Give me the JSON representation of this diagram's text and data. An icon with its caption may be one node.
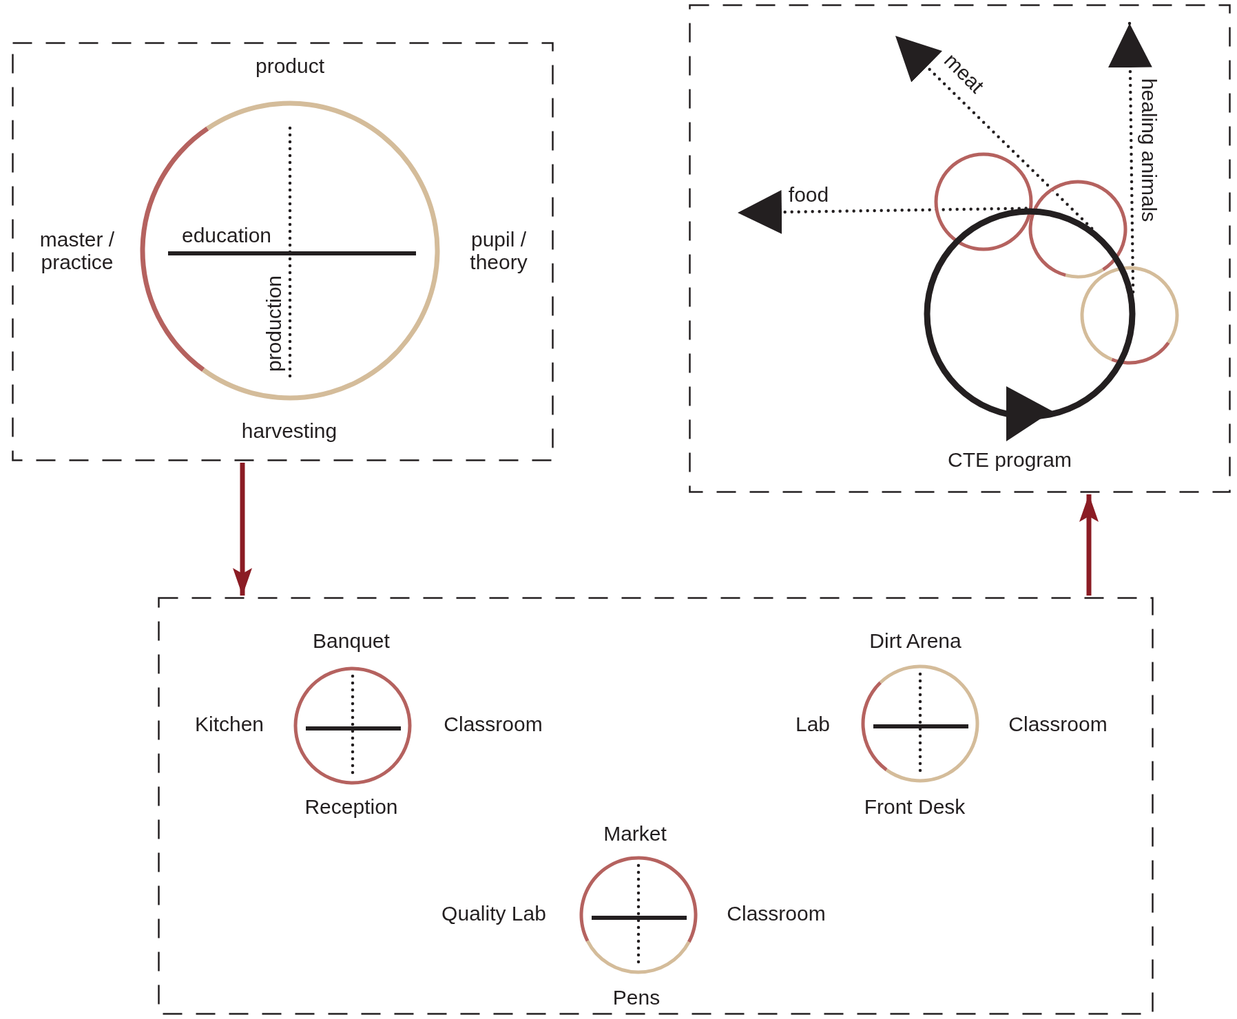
{
  "diagram": {
    "nodes": [
      {
        "text": [],
        "shape": "box"
      },
      {
        "text": [
          "education",
          "production"
        ],
        "in": 0,
        "beside": [
          "product",
          "master / practice",
          "pupil / theory",
          "harvesting"
        ]
      },
      {
        "text": [],
        "shape": "box"
      },
      {
        "text": [],
        "shape": "circle",
        "in": 2
      },
      {
        "text": [],
        "shape": "circle",
        "in": 2
      },
      {
        "text": [],
        "shape": "circle",
        "in": 2
      },
      {
        "text": [
          "CTE program"
        ],
        "in": 2
      },
      {
        "text": [],
        "shape": "box"
      },
      {
        "text": [],
        "shape": "circle",
        "in": 7,
        "beside": [
          "Banquet",
          "Kitchen",
          "Classroom",
          "Reception"
        ]
      },
      {
        "text": [],
        "shape": "circle",
        "in": 7,
        "beside": [
          "Dirt Arena",
          "Lab",
          "Classroom",
          "Front Desk"
        ]
      },
      {
        "text": [],
        "shape": "circle",
        "in": 7,
        "beside": [
          "Market",
          "Quality Lab",
          "Classroom",
          "Pens"
        ]
      }
    ],
    "edges": [
      {
        "from": 0,
        "to": 7,
        "arrow": "to",
        "color": "#8b1c24"
      },
      {
        "from": 7,
        "to": 2,
        "arrow": "to",
        "color": "#8b1c24"
      },
      {
        "from": 6,
        "to": null,
        "arrow": "to",
        "label": "food",
        "style": "dashed"
      },
      {
        "from": 6,
        "to": null,
        "arrow": "to",
        "label": "meat",
        "style": "dashed"
      },
      {
        "from": 6,
        "to": null,
        "arrow": "to",
        "label": "healing animals",
        "style": "dashed"
      }
    ]
  }
}
